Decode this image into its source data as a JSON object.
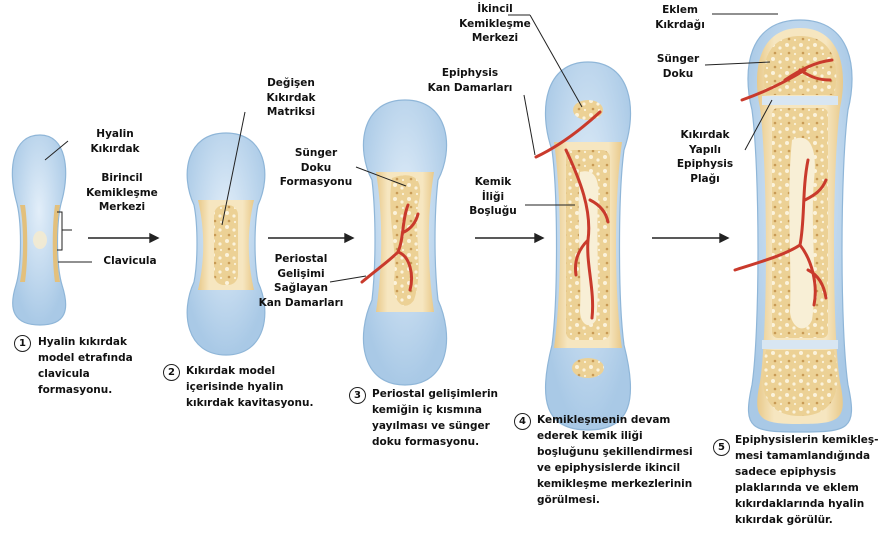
{
  "colors": {
    "cartilage": "#c2dbf0",
    "cartilage_edge": "#8fb6d8",
    "bone": "#f1ddaf",
    "bone_edge": "#d9b87a",
    "spongy": "#e9cf92",
    "vessel": "#c93a2c"
  },
  "labels": {
    "hyalin_kikirdak": "Hyalin\nKıkırdak",
    "birincil_merkez": "Birincil\nKemikleşme\nMerkezi",
    "clavicula": "Clavicula",
    "degisen_matriks": "Değişen\nKıkırdak\nMatriksi",
    "sunger_formasyon": "Sünger\nDoku\nFormasyonu",
    "periostal_damarlar": "Periostal\nGelişimi\nSağlayan\nKan Damarları",
    "ikincil_merkez": "İkincil\nKemikleşme\nMerkezi",
    "epiphysis_damarlar": "Epiphysis\nKan Damarları",
    "kemik_iligi": "Kemik\nİliği\nBoşluğu",
    "eklem_kikirdagi": "Eklem\nKıkrdağı",
    "sunger_doku": "Sünger\nDoku",
    "epiphysis_plagi": "Kıkırdak\nYapılı\nEpiphysis\nPlağı"
  },
  "steps": [
    {
      "number": "1",
      "caption": "Hyalin kıkırdak\nmodel etrafında\nclavicula\nformasyonu."
    },
    {
      "number": "2",
      "caption": "Kıkırdak model\niçerisinde hyalin\nkıkırdak kavitasyonu."
    },
    {
      "number": "3",
      "caption": "Periostal gelişimlerin\nkemiğin iç kısmına\nyayılması ve sünger\ndoku formasyonu."
    },
    {
      "number": "4",
      "caption": "Kemikleşmenin devam\nederek kemik iliği\nboşluğunu şekillendirmesi\nve epiphysislerde ikincil\nkemikleşme merkezlerinin\ngörülmesi."
    },
    {
      "number": "5",
      "caption": "Epiphysislerin kemikleş-\nmesi tamamlandığında\nsadece epiphysis\nplaklarında ve eklem\nkıkırdaklarında hyalin\nkıkırdak görülür."
    }
  ]
}
